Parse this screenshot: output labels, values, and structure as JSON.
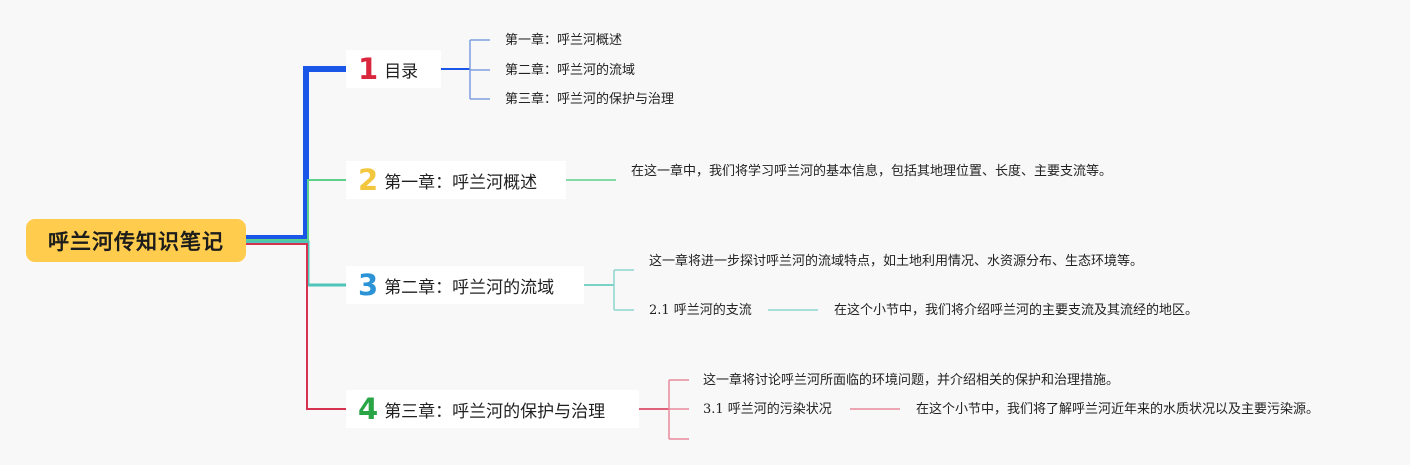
{
  "root": {
    "title": "呼兰河传知识笔记"
  },
  "colors": {
    "blue": "#1a56e8",
    "green": "#5dd08a",
    "teal": "#4fc4b8",
    "red": "#d6314f",
    "yellow": "#ffcc4d",
    "num1": "#d9263d",
    "num2": "#f3c63f",
    "num3": "#2b93d6",
    "num4": "#2aa546"
  },
  "chapters": [
    {
      "number": "1",
      "title": "目录",
      "children": [
        "第一章：呼兰河概述",
        "第二章：呼兰河的流域",
        "第三章：呼兰河的保护与治理"
      ]
    },
    {
      "number": "2",
      "title": "第一章：呼兰河概述",
      "description": "在这一章中，我们将学习呼兰河的基本信息，包括其地理位置、长度、主要支流等。"
    },
    {
      "number": "3",
      "title": "第二章：呼兰河的流域",
      "description": "这一章将进一步探讨呼兰河的流域特点，如土地利用情况、水资源分布、生态环境等。",
      "section": {
        "title": "2.1 呼兰河的支流",
        "description": "在这个小节中，我们将介绍呼兰河的主要支流及其流经的地区。"
      }
    },
    {
      "number": "4",
      "title": "第三章：呼兰河的保护与治理",
      "description": "这一章将讨论呼兰河所面临的环境问题，并介绍相关的保护和治理措施。",
      "section": {
        "title": "3.1 呼兰河的污染状况",
        "description": "在这个小节中，我们将了解呼兰河近年来的水质状况以及主要污染源。"
      }
    }
  ]
}
